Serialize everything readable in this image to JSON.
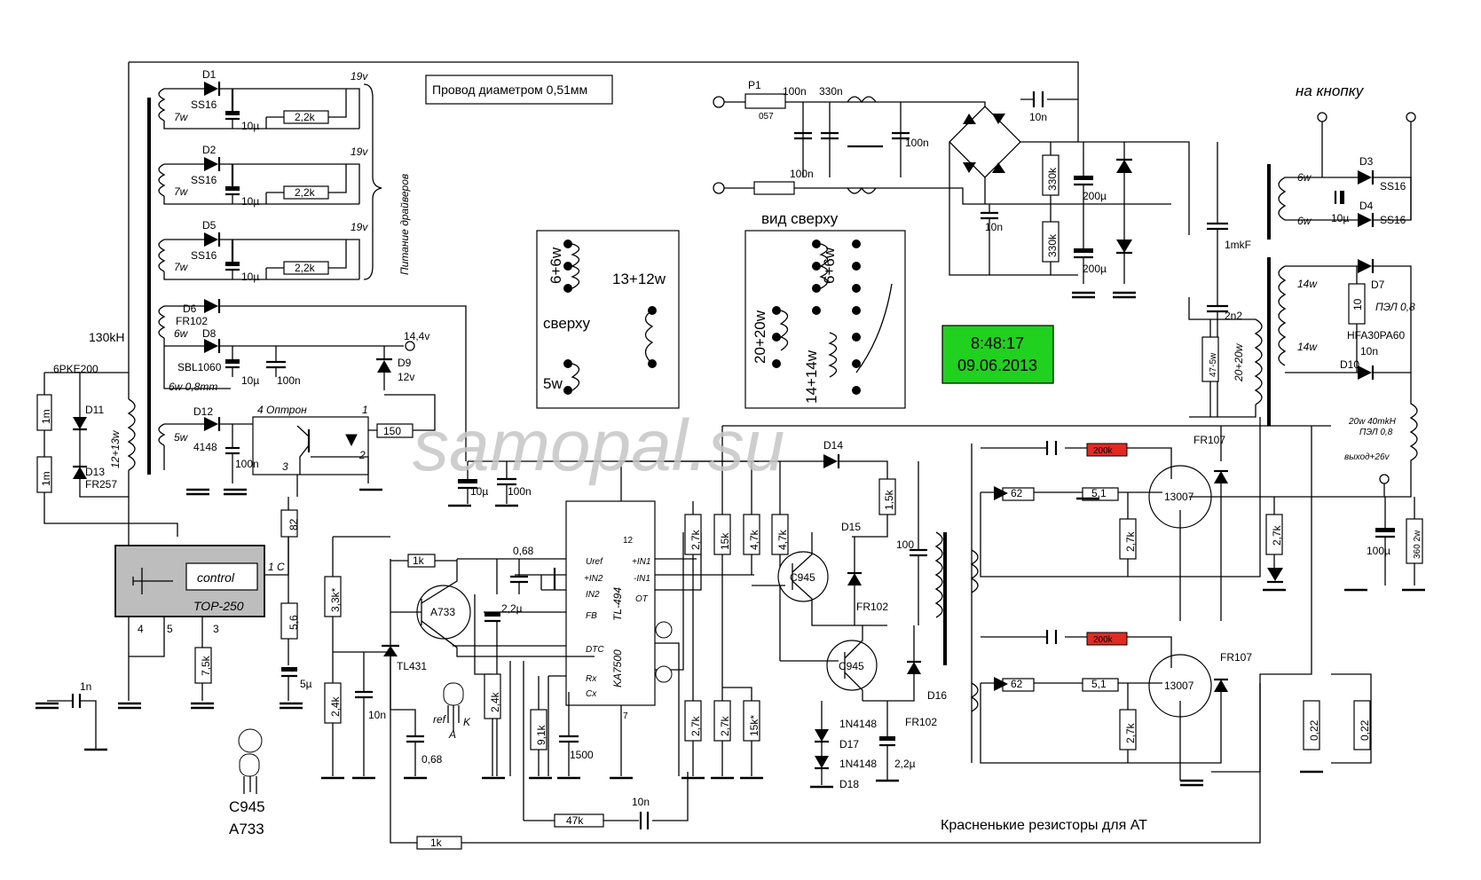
{
  "schematic": {
    "note_wire": "Провод диаметром 0,51мм",
    "clock_time": "8:48:17",
    "clock_date": "09.06.2013",
    "watermark": "samopal.su",
    "red_resistors_note": "Красненькие резисторы для АТ",
    "button_label": "на  кнопку",
    "driver_supply_label": "Питание драйверов",
    "freq_label": "130kH",
    "top_view_title": "вид сверху",
    "top_view_label": "сверху",
    "transistor_names": [
      "C945",
      "A733"
    ]
  },
  "components": {
    "top250": {
      "ctrl": "control",
      "name": "TOP-250",
      "pin_c": "1 C",
      "pin4": "4",
      "pin5": "5",
      "pin3": "3"
    },
    "optron": {
      "name": "4  Оптрон",
      "p1": "1",
      "p2": "2",
      "p3": "3"
    },
    "tl494": {
      "name": "TL-494",
      "alt": "KA7500",
      "uref": "Uref",
      "in2p": "+IN2",
      "in2n": "IN2",
      "fb": "FB",
      "dtc": "DTC",
      "rx": "Rx",
      "cx": "Cx",
      "in1p": "+IN1",
      "in1n": "-IN1",
      "ot": "OT",
      "p12": "12",
      "p7": "7"
    },
    "diodes": {
      "d1": "D1",
      "d2": "D2",
      "d5": "D5",
      "d6": "D6",
      "d8": "D8",
      "d12": "D12",
      "d11": "D11",
      "d13": "D13",
      "d9": "D9",
      "d14": "D14",
      "d15": "D15",
      "d16": "D16",
      "d17": "D17",
      "d18": "D18",
      "d3": "D3",
      "d4": "D4",
      "d7": "D7",
      "d10": "D10"
    },
    "values": {
      "ss16": "SS16",
      "fr102": "FR102",
      "sbl1060": "SBL1060",
      "v4148": "4148",
      "fr257": "FR257",
      "p6ke": "6PKE200",
      "n1n4148": "1N4148",
      "fr107": "FR107",
      "hfa": "HFA30PA60",
      "tl431": "TL431",
      "c945": "C945",
      "a733": "A733",
      "t13007": "13007",
      "v19": "19v",
      "v14": "14,4v",
      "v12": "12v",
      "w7": "7w",
      "w6": "6w",
      "w08": "6w 0,8mm",
      "w5": "5w",
      "w1213": "12+13w",
      "r22k": "2,2k",
      "c10u": "10µ",
      "c100n": "100n",
      "c10n": "10n",
      "c200u": "200µ",
      "c1mkf": "1mkF",
      "c2n2": "2n2",
      "r150": "150",
      "r82": "82",
      "r56": "5,6",
      "c5u": "5µ",
      "r75k": "7,5k",
      "r1m": "1m",
      "c1n": "1n",
      "r1k": "1k",
      "r33k": "3,3k*",
      "r24k": "2,4k",
      "c068": "0,68",
      "c22u": "2,2µ",
      "r91k": "9,1k",
      "c1500": "1500",
      "r47k": "47k",
      "r27k": "2,7k",
      "r15k": "15k",
      "r15ks": "15k*",
      "r47": "4,7k",
      "r15k5": "1,5k",
      "c100": "100",
      "r62": "62",
      "r51": "5,1",
      "r200k": "200k",
      "r330k": "330k",
      "r10": "10",
      "pel": "ПЭЛ 0,8",
      "c100u": "100µ",
      "r360": "360 2w",
      "r022": "0,22",
      "out": "выход+26v",
      "choke": "20w 40mkH",
      "w14": "14w",
      "w2020": "20+20w",
      "r47_5w": "47-5w",
      "p1": "P1",
      "n057": "057",
      "w66": "6+6w",
      "w1312": "13+12w",
      "w2020b": "20+20w",
      "w1414": "14+14w",
      "w66b": "6+6w",
      "n330": "330n",
      "ref": "ref",
      "a": "A",
      "k": "K"
    }
  }
}
